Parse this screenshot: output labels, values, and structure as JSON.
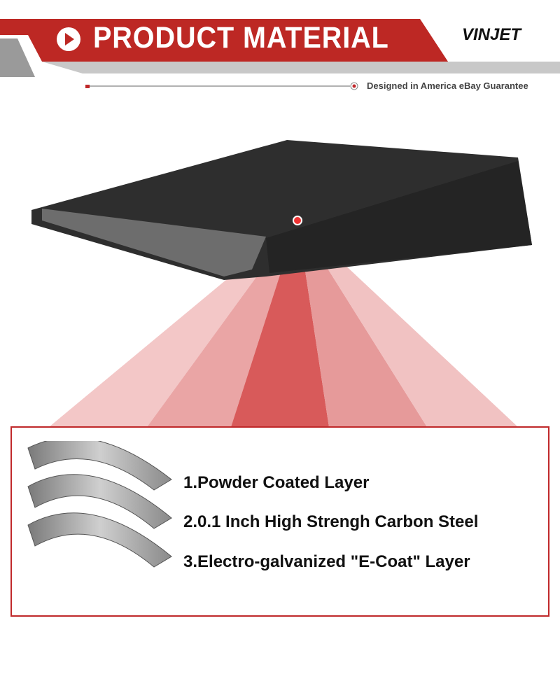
{
  "header": {
    "title": "PRODUCT MATERIAL",
    "brand": "VINJET",
    "tagline": "Designed in America eBay Guarantee"
  },
  "colors": {
    "accent": "#c0282a",
    "gray": "#c8c8c8"
  },
  "features": [
    "1.Powder Coated Layer",
    "2.0.1 Inch High Strengh Carbon Steel",
    "3.Electro-galvanized \"E-Coat\" Layer"
  ]
}
